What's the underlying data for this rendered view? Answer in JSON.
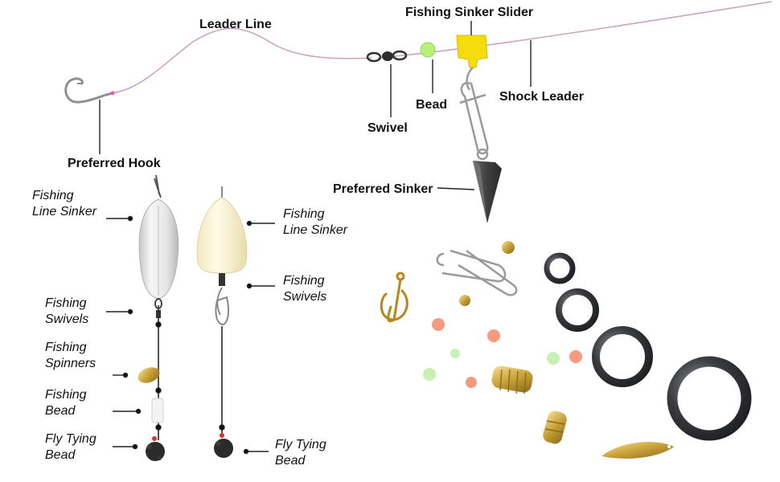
{
  "labels": {
    "leader_line": "Leader Line",
    "fishing_sinker_slider": "Fishing Sinker Slider",
    "shock_leader": "Shock Leader",
    "bead": "Bead",
    "swivel": "Swivel",
    "preferred_hook": "Preferred Hook",
    "preferred_sinker": "Preferred Sinker"
  },
  "left_rig": {
    "sinker": [
      "Fishing",
      "Line Sinker"
    ],
    "swivels": [
      "Fishing",
      "Swivels"
    ],
    "spinners": [
      "Fishing",
      "Spinners"
    ],
    "bead": [
      "Fishing",
      "Bead"
    ],
    "fly": [
      "Fly Tying",
      "Bead"
    ]
  },
  "right_rig": {
    "sinker": [
      "Fishing",
      "Line Sinker"
    ],
    "swivels": [
      "Fishing",
      "Swivels"
    ],
    "fly": [
      "Fly Tying",
      "Bead"
    ]
  },
  "colors": {
    "line": "#c9a3bf",
    "slider": "#f5dc0c",
    "bead_green": "#b9f07a",
    "sinker_lead": "#4a4a4a",
    "gold": "#c8a038",
    "ring": "#3a3c40",
    "label_text": "#111111"
  }
}
